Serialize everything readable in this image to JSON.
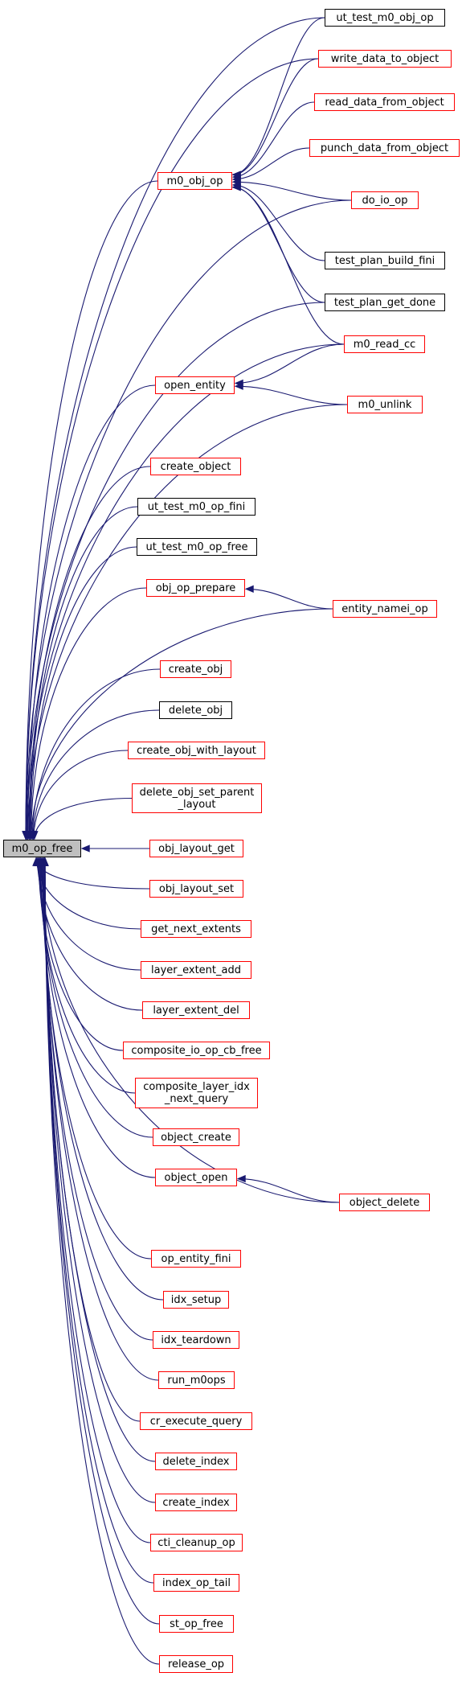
{
  "graph": {
    "root": "m0_op_free",
    "edge_color": "#191970",
    "border_colors": {
      "linked": "#ff0000",
      "plain": "#000000",
      "root_fill": "#bfbfbf"
    },
    "nodes": {
      "m0_op_free": "m0_op_free",
      "m0_obj_op": "m0_obj_op",
      "open_entity": "open_entity",
      "create_object": "create_object",
      "ut_test_m0_op_fini": "ut_test_m0_op_fini",
      "ut_test_m0_op_free": "ut_test_m0_op_free",
      "obj_op_prepare": "obj_op_prepare",
      "create_obj": "create_obj",
      "delete_obj": "delete_obj",
      "create_obj_with_layout": "create_obj_with_layout",
      "delete_obj_set_parent_layout": "delete_obj_set_parent\n_layout",
      "obj_layout_get": "obj_layout_get",
      "obj_layout_set": "obj_layout_set",
      "get_next_extents": "get_next_extents",
      "layer_extent_add": "layer_extent_add",
      "layer_extent_del": "layer_extent_del",
      "composite_io_op_cb_free": "composite_io_op_cb_free",
      "composite_layer_idx_next_query": "composite_layer_idx\n_next_query",
      "object_create": "object_create",
      "object_open": "object_open",
      "op_entity_fini": "op_entity_fini",
      "idx_setup": "idx_setup",
      "idx_teardown": "idx_teardown",
      "run_m0ops": "run_m0ops",
      "cr_execute_query": "cr_execute_query",
      "delete_index": "delete_index",
      "create_index": "create_index",
      "cti_cleanup_op": "cti_cleanup_op",
      "index_op_tail": "index_op_tail",
      "st_op_free": "st_op_free",
      "release_op": "release_op",
      "ut_test_m0_obj_op": "ut_test_m0_obj_op",
      "write_data_to_object": "write_data_to_object",
      "read_data_from_object": "read_data_from_object",
      "punch_data_from_object": "punch_data_from_object",
      "do_io_op": "do_io_op",
      "test_plan_build_fini": "test_plan_build_fini",
      "test_plan_get_done": "test_plan_get_done",
      "m0_read_cc": "m0_read_cc",
      "m0_unlink": "m0_unlink",
      "entity_namei_op": "entity_namei_op",
      "object_delete": "object_delete"
    },
    "edges": [
      [
        "m0_obj_op",
        "m0_op_free"
      ],
      [
        "open_entity",
        "m0_op_free"
      ],
      [
        "create_object",
        "m0_op_free"
      ],
      [
        "ut_test_m0_op_fini",
        "m0_op_free"
      ],
      [
        "ut_test_m0_op_free",
        "m0_op_free"
      ],
      [
        "obj_op_prepare",
        "m0_op_free"
      ],
      [
        "create_obj",
        "m0_op_free"
      ],
      [
        "delete_obj",
        "m0_op_free"
      ],
      [
        "create_obj_with_layout",
        "m0_op_free"
      ],
      [
        "delete_obj_set_parent_layout",
        "m0_op_free"
      ],
      [
        "obj_layout_get",
        "m0_op_free"
      ],
      [
        "obj_layout_set",
        "m0_op_free"
      ],
      [
        "get_next_extents",
        "m0_op_free"
      ],
      [
        "layer_extent_add",
        "m0_op_free"
      ],
      [
        "layer_extent_del",
        "m0_op_free"
      ],
      [
        "composite_io_op_cb_free",
        "m0_op_free"
      ],
      [
        "composite_layer_idx_next_query",
        "m0_op_free"
      ],
      [
        "object_create",
        "m0_op_free"
      ],
      [
        "object_open",
        "m0_op_free"
      ],
      [
        "op_entity_fini",
        "m0_op_free"
      ],
      [
        "idx_setup",
        "m0_op_free"
      ],
      [
        "idx_teardown",
        "m0_op_free"
      ],
      [
        "run_m0ops",
        "m0_op_free"
      ],
      [
        "cr_execute_query",
        "m0_op_free"
      ],
      [
        "delete_index",
        "m0_op_free"
      ],
      [
        "create_index",
        "m0_op_free"
      ],
      [
        "cti_cleanup_op",
        "m0_op_free"
      ],
      [
        "index_op_tail",
        "m0_op_free"
      ],
      [
        "st_op_free",
        "m0_op_free"
      ],
      [
        "release_op",
        "m0_op_free"
      ],
      [
        "ut_test_m0_obj_op",
        "m0_op_free"
      ],
      [
        "write_data_to_object",
        "m0_op_free"
      ],
      [
        "do_io_op",
        "m0_op_free"
      ],
      [
        "test_plan_get_done",
        "m0_op_free"
      ],
      [
        "m0_read_cc",
        "m0_op_free"
      ],
      [
        "m0_unlink",
        "m0_op_free"
      ],
      [
        "entity_namei_op",
        "m0_op_free"
      ],
      [
        "object_delete",
        "m0_op_free"
      ],
      [
        "ut_test_m0_obj_op",
        "m0_obj_op"
      ],
      [
        "write_data_to_object",
        "m0_obj_op"
      ],
      [
        "read_data_from_object",
        "m0_obj_op"
      ],
      [
        "punch_data_from_object",
        "m0_obj_op"
      ],
      [
        "do_io_op",
        "m0_obj_op"
      ],
      [
        "test_plan_build_fini",
        "m0_obj_op"
      ],
      [
        "test_plan_get_done",
        "m0_obj_op"
      ],
      [
        "m0_read_cc",
        "m0_obj_op"
      ],
      [
        "m0_read_cc",
        "open_entity"
      ],
      [
        "m0_unlink",
        "open_entity"
      ],
      [
        "entity_namei_op",
        "obj_op_prepare"
      ],
      [
        "object_delete",
        "object_open"
      ]
    ]
  }
}
